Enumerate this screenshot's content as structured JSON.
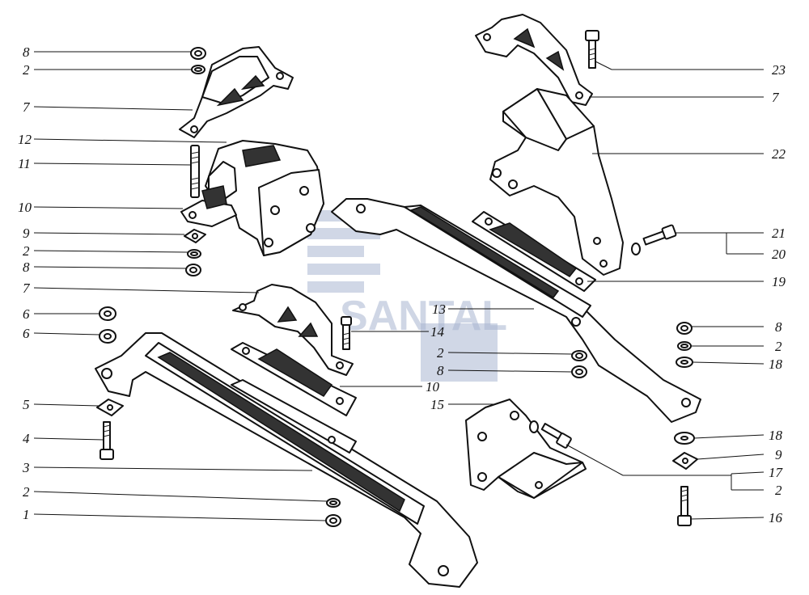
{
  "watermark": {
    "text": "SANTAL",
    "color": "#a9b6d1"
  },
  "left_labels": [
    {
      "id": "l8a",
      "text": "8"
    },
    {
      "id": "l2a",
      "text": "2"
    },
    {
      "id": "l7a",
      "text": "7"
    },
    {
      "id": "l12",
      "text": "12"
    },
    {
      "id": "l11",
      "text": "11"
    },
    {
      "id": "l10a",
      "text": "10"
    },
    {
      "id": "l9a",
      "text": "9"
    },
    {
      "id": "l2b",
      "text": "2"
    },
    {
      "id": "l8b",
      "text": "8"
    },
    {
      "id": "l7b",
      "text": "7"
    },
    {
      "id": "l6a",
      "text": "6"
    },
    {
      "id": "l6b",
      "text": "6"
    },
    {
      "id": "l5",
      "text": "5"
    },
    {
      "id": "l4",
      "text": "4"
    },
    {
      "id": "l3",
      "text": "3"
    },
    {
      "id": "l2c",
      "text": "2"
    },
    {
      "id": "l1",
      "text": "1"
    }
  ],
  "right_labels": [
    {
      "id": "r23",
      "text": "23"
    },
    {
      "id": "r7",
      "text": "7"
    },
    {
      "id": "r22",
      "text": "22"
    },
    {
      "id": "r21",
      "text": "21"
    },
    {
      "id": "r20",
      "text": "20"
    },
    {
      "id": "r19",
      "text": "19"
    },
    {
      "id": "r8",
      "text": "8"
    },
    {
      "id": "r2a",
      "text": "2"
    },
    {
      "id": "r18a",
      "text": "18"
    },
    {
      "id": "r18b",
      "text": "18"
    },
    {
      "id": "r9",
      "text": "9"
    },
    {
      "id": "r17",
      "text": "17"
    },
    {
      "id": "r2b",
      "text": "2"
    },
    {
      "id": "r16",
      "text": "16"
    }
  ],
  "center_labels": [
    {
      "id": "c13",
      "text": "13"
    },
    {
      "id": "c14",
      "text": "14"
    },
    {
      "id": "c2",
      "text": "2"
    },
    {
      "id": "c8",
      "text": "8"
    },
    {
      "id": "c10",
      "text": "10"
    },
    {
      "id": "c15",
      "text": "15"
    }
  ]
}
